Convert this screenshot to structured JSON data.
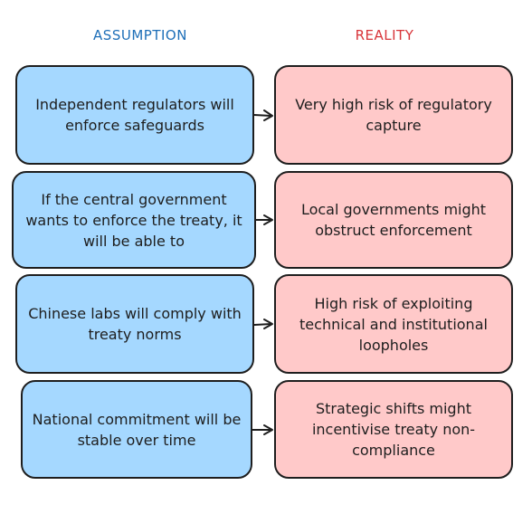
{
  "headers": {
    "assumption": "ASSUMPTION",
    "reality": "REALITY"
  },
  "rows": [
    {
      "assumption": "Independent regulators will enforce safeguards",
      "reality": "Very high risk of regulatory capture"
    },
    {
      "assumption": "If the central government wants to enforce the treaty, it will be able to",
      "reality": "Local governments might obstruct enforcement"
    },
    {
      "assumption": "Chinese labs will comply with treaty norms",
      "reality": "High risk of exploiting technical and institutional loopholes"
    },
    {
      "assumption": "National commitment will be stable over time",
      "reality": "Strategic shifts might incentivise treaty non-compliance"
    }
  ],
  "colors": {
    "assumption_header": "#1e6fb8",
    "reality_header": "#d8353a",
    "assumption_fill": "#a5d8ff",
    "reality_fill": "#ffc9c9",
    "stroke": "#1e1e1e"
  }
}
